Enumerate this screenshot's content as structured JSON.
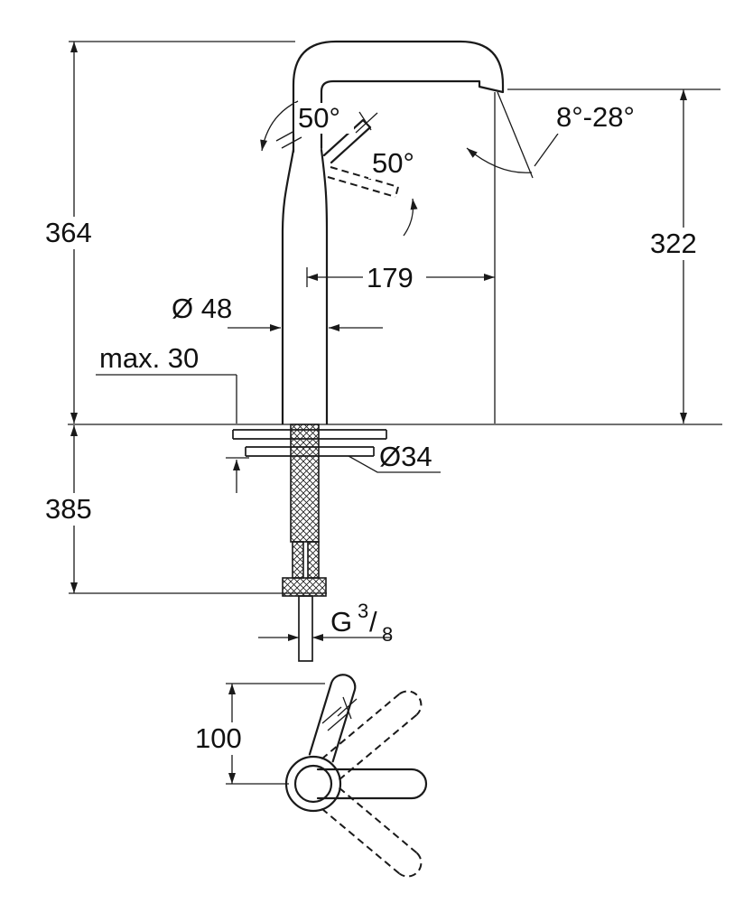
{
  "meta": {
    "colors": {
      "line": "#1a1a1a",
      "background": "#ffffff",
      "text": "#111111"
    }
  },
  "side_view": {
    "dims": {
      "total_height": "364",
      "outlet_height": "322",
      "spout_reach": "179",
      "body_diameter": "Ø 48",
      "max_deck_thickness": "max. 30",
      "hole_diameter": "Ø34",
      "under_counter_length": "385",
      "thread": {
        "prefix": "G",
        "numerator": "3",
        "slash": "/",
        "denominator": "8"
      }
    },
    "angles": {
      "handle_rotation": "50°",
      "handle_lift": "50°",
      "outlet_angle_range": "8°-28°"
    }
  },
  "top_view": {
    "dims": {
      "handle_depth": "100"
    }
  }
}
